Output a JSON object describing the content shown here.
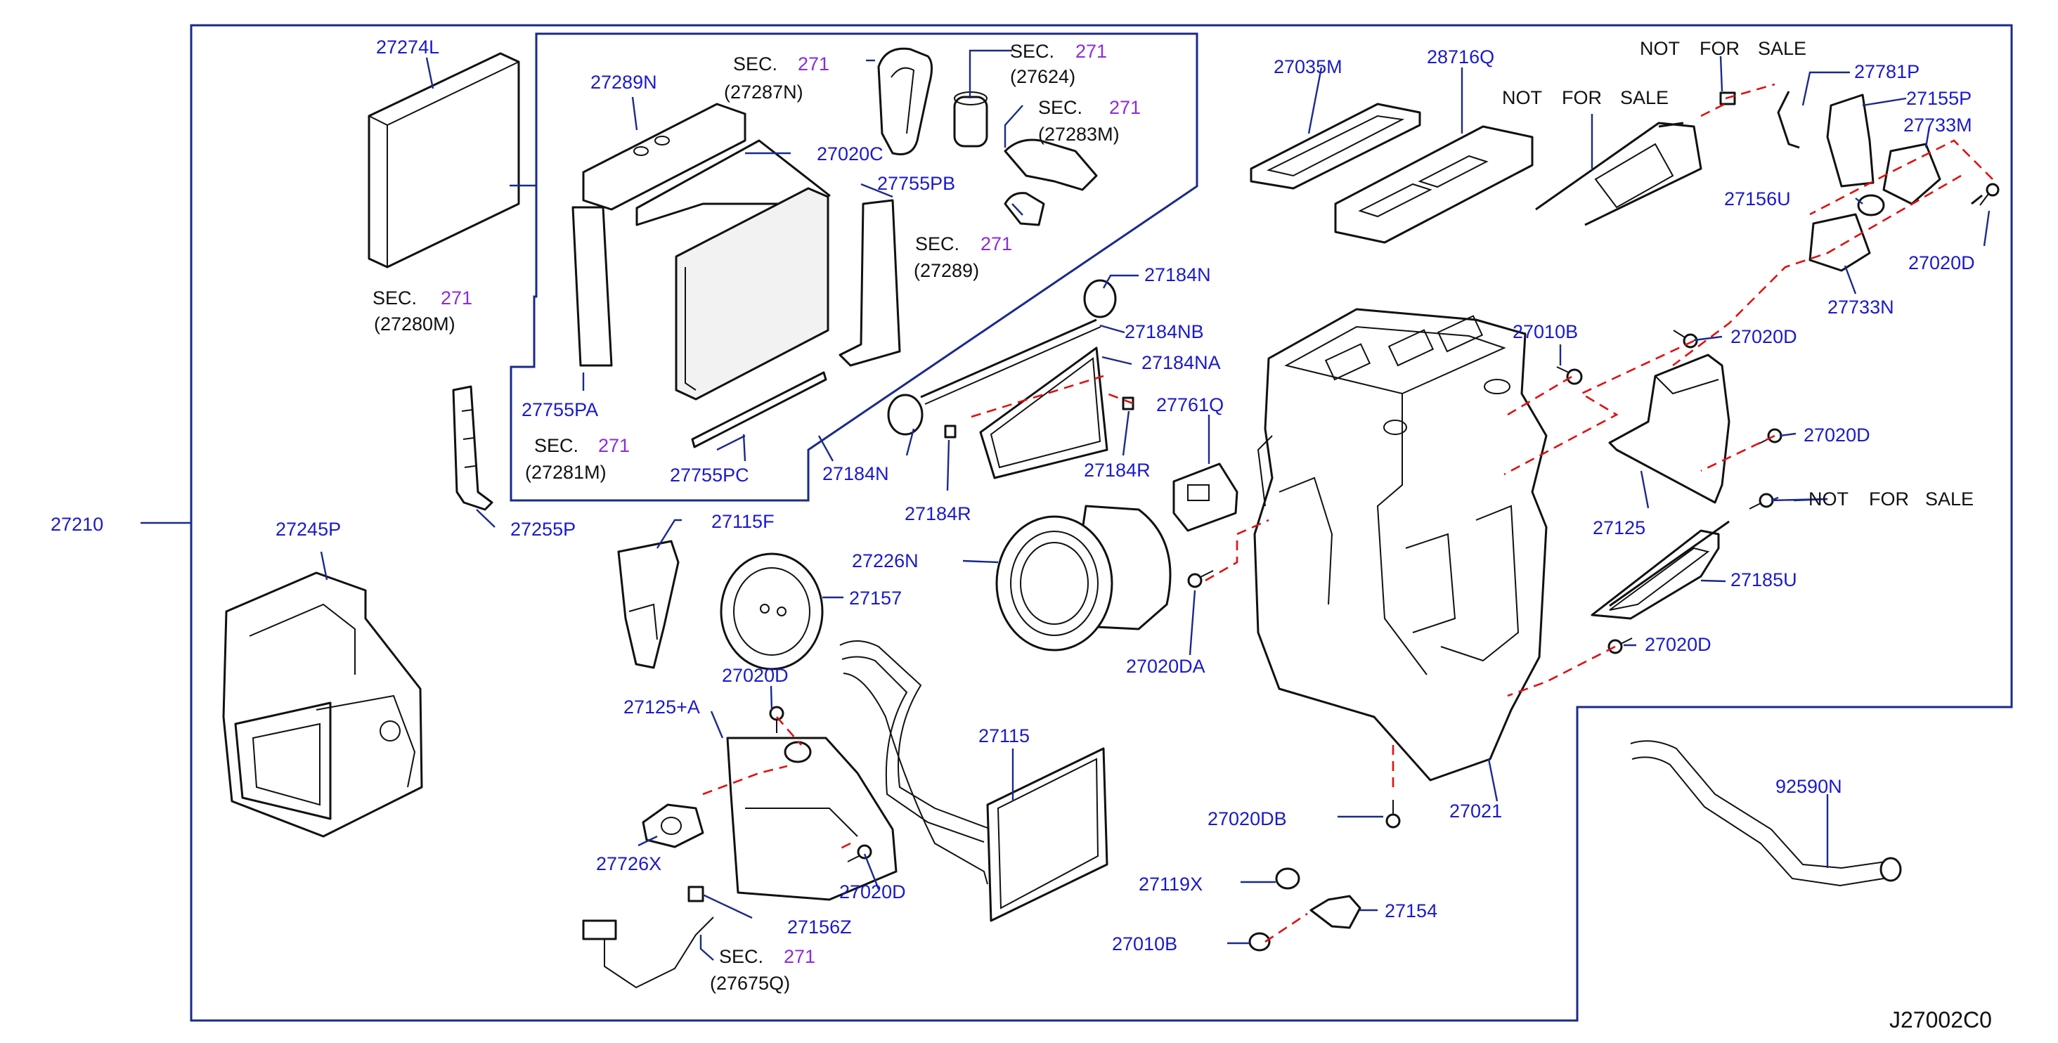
{
  "diagram_code": "J27002C0",
  "assembly_label": "27210",
  "sec_prefix": "SEC.",
  "sec_number": "271",
  "sec_refs": [
    "(27280M)",
    "(27287N)",
    "(27624)",
    "(27283M)",
    "(27289)",
    "(27281M)",
    "(27675Q)"
  ],
  "not_for_sale": [
    "NOT",
    "FOR",
    "SALE"
  ],
  "parts": [
    "27274L",
    "27289N",
    "27020C",
    "27755PB",
    "27755PA",
    "27755PC",
    "27184N",
    "27184NB",
    "27184NA",
    "27184N",
    "27184R",
    "27184R",
    "27761Q",
    "27255P",
    "27245P",
    "27115F",
    "27157",
    "27226N",
    "27020D",
    "27125+A",
    "27726X",
    "27020D",
    "27156Z",
    "27115",
    "27020DA",
    "27035M",
    "28716Q",
    "27781P",
    "27155P",
    "27733M",
    "27156U",
    "27020D",
    "27733N",
    "27010B",
    "27020D",
    "27020D",
    "27125",
    "27185U",
    "27020D",
    "27021",
    "27020DB",
    "27119X",
    "27154",
    "27010B",
    "92590N"
  ]
}
